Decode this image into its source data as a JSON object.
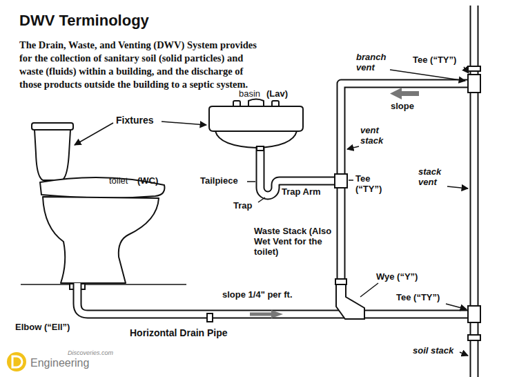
{
  "diagram": {
    "title": "DWV Terminology",
    "labels": [
      "The Drain, Waste, and Venting (DWV) System provides for the collection of sanitary soil (solid particles) and waste (fluids) within a building, and the discharge of those products outside the building to a septic system.",
      "Fixtures",
      "basin",
      "(Lav)",
      "toilet",
      "(WC)",
      "Tailpiece",
      "Trap",
      "Trap Arm",
      "Tee (“TY”)",
      "branch vent",
      "slope",
      "vent stack",
      "Tee (“TY”)",
      "stack vent",
      "Waste Stack (Also Wet Vent for the toilet)",
      "Wye (“Y”)",
      "Tee (“TY”)",
      "slope 1/4\" per ft.",
      "Elbow (“Ell”)",
      "Horizontal Drain Pipe",
      "soil stack",
      "Discoveries.com",
      "Engineering"
    ]
  }
}
